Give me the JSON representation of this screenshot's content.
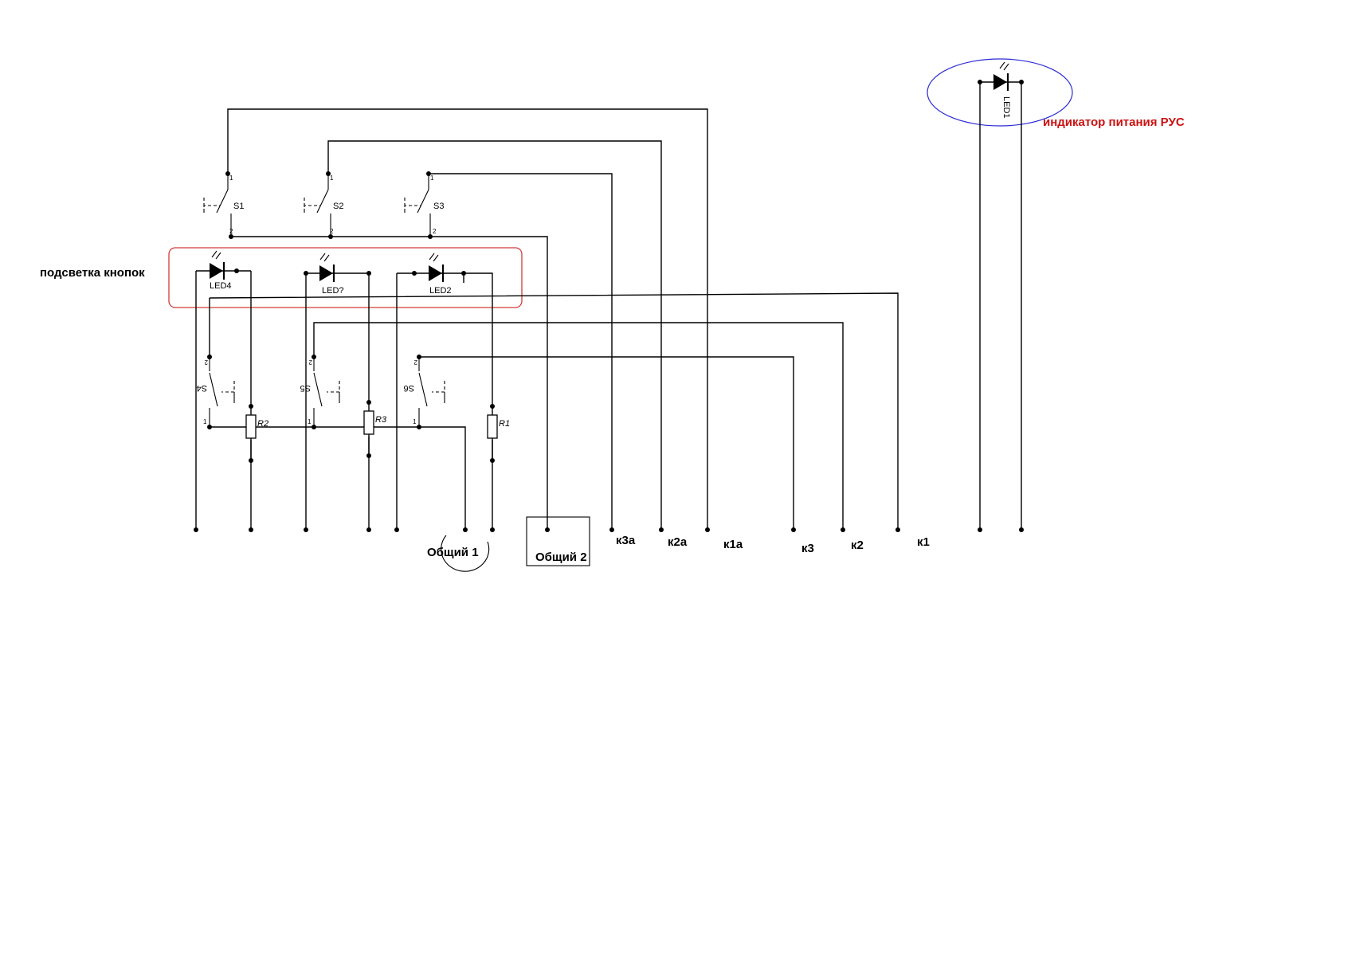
{
  "labels": {
    "backlight": "подсветка кнопок",
    "power_indicator": "индикатор питания РУС"
  },
  "components": {
    "s1": "S1",
    "s2": "S2",
    "s3": "S3",
    "s4": "S4",
    "s5": "S5",
    "s6": "S6",
    "led4": "LED4",
    "led_mid": "LED?",
    "led2": "LED2",
    "led1": "LED1",
    "r1": "R1",
    "r2": "R2",
    "r3": "R3"
  },
  "pins": {
    "one": "1",
    "two": "2"
  },
  "terminals": {
    "common1": "Общий 1",
    "common2": "Общий 2",
    "k3a": "к3а",
    "k2a": "к2а",
    "k1a": "к1а",
    "k3": "к3",
    "k2": "к2",
    "k1": "к1"
  },
  "colors": {
    "wire": "#000000",
    "highlight_box": "#d23a3a",
    "indicator_ellipse": "#2b2bd6",
    "indicator_text": "#cc1111"
  }
}
